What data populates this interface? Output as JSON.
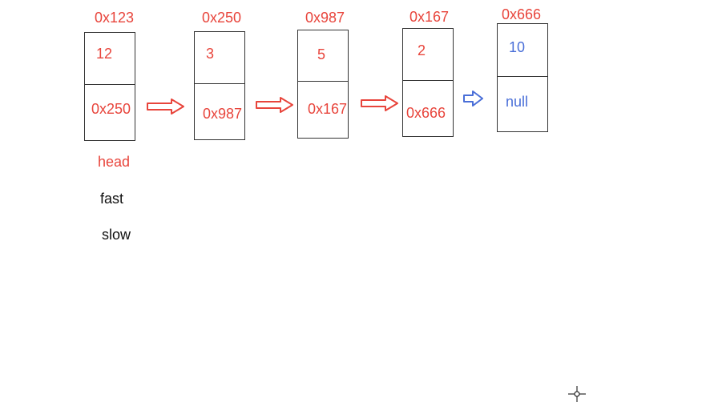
{
  "colors": {
    "red": "#e8453c",
    "blue": "#4a6fd8",
    "black": "#111111"
  },
  "nodes": [
    {
      "address": "0x123",
      "data": "12",
      "next": "0x250"
    },
    {
      "address": "0x250",
      "data": "3",
      "next": "0x987"
    },
    {
      "address": "0x987",
      "data": "5",
      "next": "0x167"
    },
    {
      "address": "0x167",
      "data": "2",
      "next": "0x666"
    },
    {
      "address": "0x666",
      "data": "10",
      "next": "null"
    }
  ],
  "labels": {
    "head": "head",
    "fast": "fast",
    "slow": "slow"
  },
  "icons": {
    "arrow": "right-arrow-icon",
    "cursor": "crosshair-cursor-icon"
  }
}
